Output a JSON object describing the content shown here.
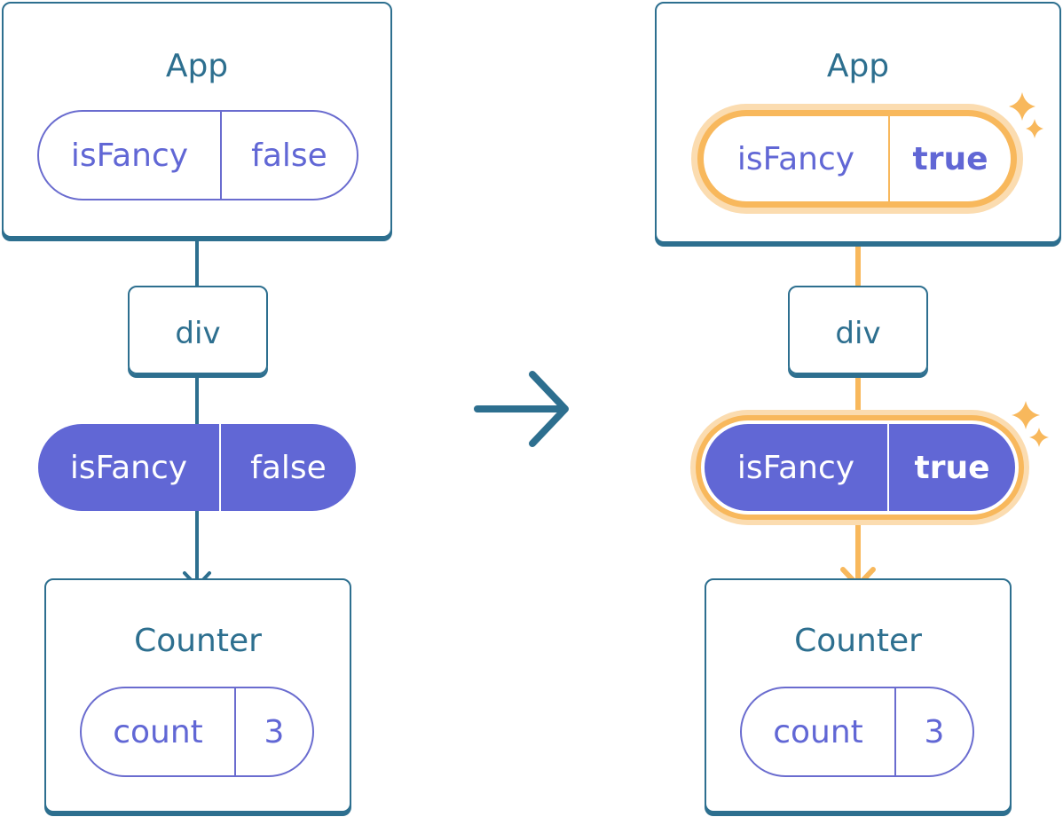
{
  "left": {
    "app": {
      "title": "App",
      "state": {
        "key": "isFancy",
        "value": "false"
      }
    },
    "div": {
      "label": "div"
    },
    "prop": {
      "key": "isFancy",
      "value": "false"
    },
    "counter": {
      "title": "Counter",
      "state": {
        "key": "count",
        "value": "3"
      }
    }
  },
  "right": {
    "app": {
      "title": "App",
      "state": {
        "key": "isFancy",
        "value": "true"
      }
    },
    "div": {
      "label": "div"
    },
    "prop": {
      "key": "isFancy",
      "value": "true"
    },
    "counter": {
      "title": "Counter",
      "state": {
        "key": "count",
        "value": "3"
      }
    }
  },
  "colors": {
    "node_border": "#2d6f8f",
    "state_accent": "#6167d5",
    "highlight": "#f8b85c"
  },
  "icons": {
    "transition": "arrow-right-icon",
    "change": "sparkle-icon"
  }
}
